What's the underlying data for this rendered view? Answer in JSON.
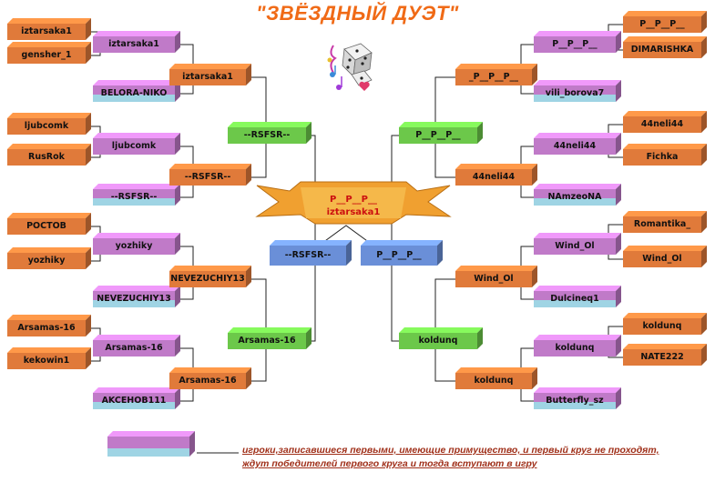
{
  "title": "\"ЗВЁЗДНЫЙ ДУЭТ\"",
  "legend_text_line1": "игроки,записавшиеся первыми, имеющие примущество, и первый круг не проходят,",
  "legend_text_line2": "ждут победителей первого круга и тогда вступают в игру",
  "colors": {
    "orange": "#e07a3a",
    "purple": "#c07ac8",
    "cyan": "#9fd4e4",
    "green": "#6cc84a",
    "blue": "#6a8fd8",
    "center": "#f0a030",
    "text_red": "#cc1010"
  },
  "final": {
    "line1": "P__P__P__",
    "line2": "iztarsaka1"
  },
  "semis": {
    "left": "--RSFSR--",
    "right": "P__P__P__"
  },
  "left": {
    "r1": [
      "iztarsaka1",
      "gensher_1",
      "ljubcomk",
      "RusRok",
      "РОСТОВ",
      "yozhiky",
      "Arsamas-16",
      "kekowin1"
    ],
    "r2": [
      "iztarsaka1",
      "BELORA-NIKO",
      "ljubcomk",
      "--RSFSR--",
      "yozhiky",
      "NEVEZUCHIY13",
      "Arsamas-16",
      "AKCEHOB111"
    ],
    "r3": [
      "iztarsaka1",
      "--RSFSR--",
      "NEVEZUCHIY13",
      "Arsamas-16"
    ],
    "r4": [
      "--RSFSR--",
      "Arsamas-16"
    ]
  },
  "right": {
    "r1": [
      "P__P__P__",
      "DIMARISHKA",
      "44neli44",
      "Fichka",
      "Romantika_",
      "Wind_Ol",
      "koldunq",
      "NATE222"
    ],
    "r2": [
      "P__P__P__",
      "vili_borova7",
      "44neli44",
      "NAmzeoNA",
      "Wind_Ol",
      "Dulcineq1",
      "koldunq",
      "Butterfly_sz"
    ],
    "r3": [
      "_P__P__P__",
      "44neli44",
      "Wind_Ol",
      "koldunq"
    ],
    "r4": [
      "P__P__P__",
      "koldunq"
    ]
  }
}
